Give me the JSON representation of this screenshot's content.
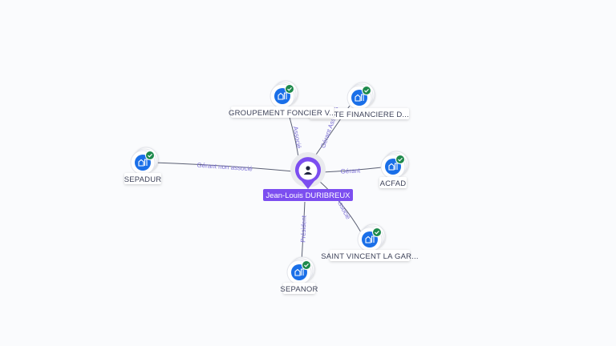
{
  "colors": {
    "company": "#1a6fe8",
    "check": "#1e8a4c",
    "person": "#7c4ef0",
    "edge_label": "#7b6fd6"
  },
  "center": {
    "name": "Jean-Louis DURIBREUX",
    "icon": "person-icon"
  },
  "nodes": [
    {
      "id": "groupement",
      "label": "GROUPEMENT FONCIER V...",
      "icon": "company-building-icon",
      "verified": true,
      "relation": "Associé"
    },
    {
      "id": "financiere",
      "label": "SOCIETE FINANCIERE D...",
      "icon": "company-building-icon",
      "verified": true,
      "relation": "Gérant Associé"
    },
    {
      "id": "sepadur",
      "label": "SEPADUR",
      "icon": "company-building-icon",
      "verified": true,
      "relation": "Gérant non associé"
    },
    {
      "id": "acfad",
      "label": "ACFAD",
      "icon": "company-building-icon",
      "verified": true,
      "relation": "Gérant"
    },
    {
      "id": "saintvincent",
      "label": "SAINT VINCENT LA GAR...",
      "icon": "company-building-icon",
      "verified": true,
      "relation": "Associé"
    },
    {
      "id": "sepanor",
      "label": "SEPANOR",
      "icon": "company-building-icon",
      "verified": true,
      "relation": "Président"
    }
  ]
}
